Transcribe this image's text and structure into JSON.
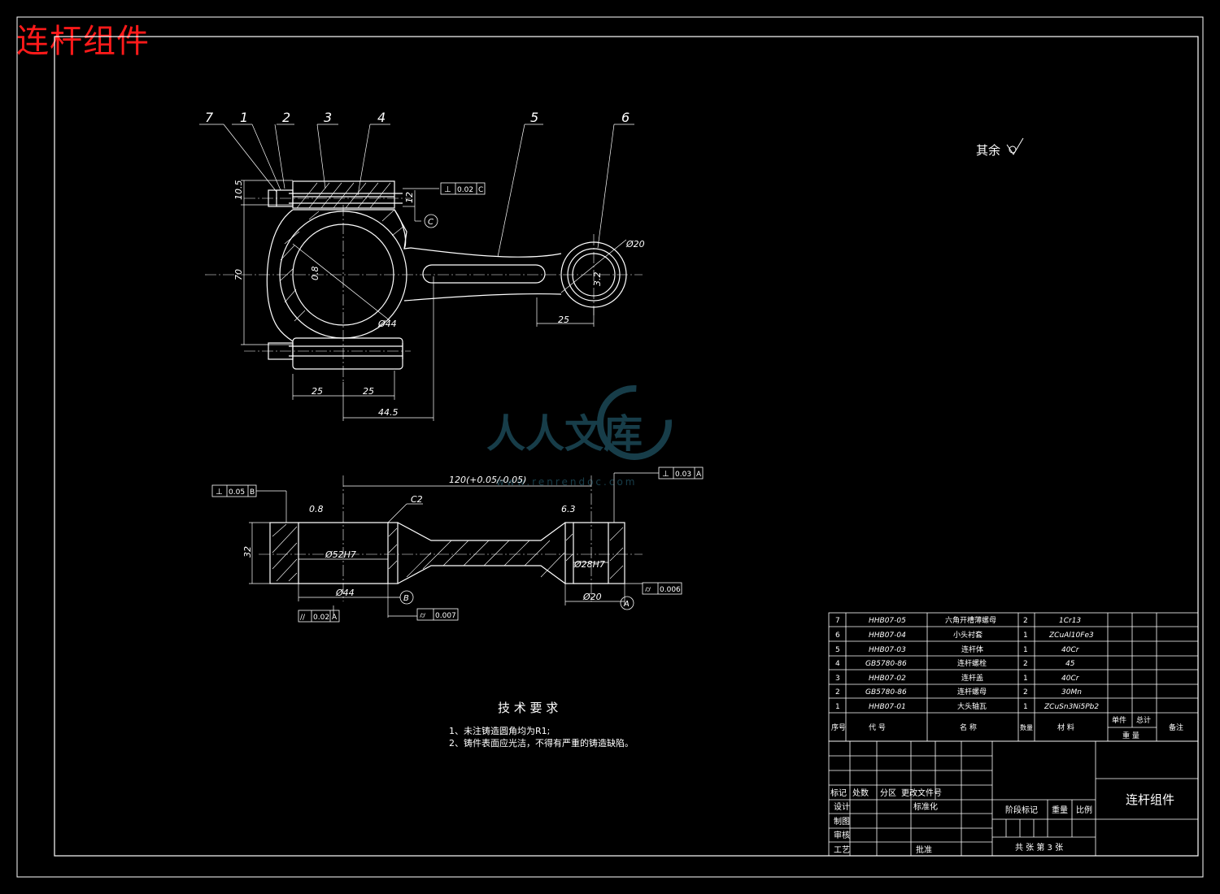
{
  "title": "连杆组件",
  "surface_note": "其余",
  "balloons": [
    "7",
    "1",
    "2",
    "3",
    "4",
    "5",
    "6"
  ],
  "top_view_dims": {
    "d_10_5": "10.5",
    "d_12": "12",
    "d_70": "70",
    "d_0_8": "0.8",
    "d_44": "Ø44",
    "d_20": "Ø20",
    "d_3_2": "3.2",
    "d_25_right": "25",
    "d_25_a": "25",
    "d_25_b": "25",
    "d_44_5": "44.5"
  },
  "section_dims": {
    "d_120": "120(+0.05/-0.05)",
    "d_c2": "C2",
    "d_0_8": "0.8",
    "d_6_3": "6.3",
    "d_32": "32",
    "d_52": "Ø52H7",
    "d_28": "Ø28H7",
    "d_44": "Ø44",
    "d_20": "Ø20"
  },
  "tolerances": {
    "perp_c": {
      "sym": "⊥",
      "val": "0.02",
      "ref": "C"
    },
    "perp_b": {
      "sym": "⊥",
      "val": "0.05",
      "ref": "B"
    },
    "perp_a": {
      "sym": "⊥",
      "val": "0.03",
      "ref": "A"
    },
    "par_a": {
      "sym": "//",
      "val": "0.02",
      "ref": "A"
    },
    "cyl_1": {
      "sym": "⌭",
      "val": "0.007"
    },
    "cyl_2": {
      "sym": "⌭",
      "val": "0.006"
    }
  },
  "datums": [
    "C",
    "B",
    "A"
  ],
  "tech_req": {
    "heading": "技 术 要 求",
    "lines": [
      "1、未注铸造圆角均为R1;",
      "2、铸件表面应光洁，不得有严重的铸造缺陷。"
    ]
  },
  "watermark": {
    "text": "人人文库",
    "url": "www.renrendoc.com"
  },
  "parts_header": {
    "seq": "序号",
    "code": "代 号",
    "name": "名 称",
    "qty": "数量",
    "mat": "材 料",
    "unit": "单件",
    "total": "总计",
    "weight": "重 量",
    "remark": "备注"
  },
  "parts": [
    {
      "seq": "7",
      "code": "HHB07-05",
      "name": "六角开槽薄螺母",
      "qty": "2",
      "mat": "1Cr13"
    },
    {
      "seq": "6",
      "code": "HHB07-04",
      "name": "小头衬套",
      "qty": "1",
      "mat": "ZCuAl10Fe3"
    },
    {
      "seq": "5",
      "code": "HHB07-03",
      "name": "连杆体",
      "qty": "1",
      "mat": "40Cr"
    },
    {
      "seq": "4",
      "code": "GB5780-86",
      "name": "连杆螺栓",
      "qty": "2",
      "mat": "45"
    },
    {
      "seq": "3",
      "code": "HHB07-02",
      "name": "连杆盖",
      "qty": "1",
      "mat": "40Cr"
    },
    {
      "seq": "2",
      "code": "GB5780-86",
      "name": "连杆螺母",
      "qty": "2",
      "mat": "30Mn"
    },
    {
      "seq": "1",
      "code": "HHB07-01",
      "name": "大头轴瓦",
      "qty": "1",
      "mat": "ZCuSn3Ni5Pb2"
    }
  ],
  "title_block": {
    "name": "连杆组件",
    "row_labels": [
      "标记",
      "处数",
      "分区",
      "更改文件号"
    ],
    "design": "设计",
    "standard": "标准化",
    "draw": "制图",
    "review": "审核",
    "process": "工艺",
    "approve": "批准",
    "stage": "阶段标记",
    "weight": "重量",
    "ratio": "比例",
    "sheets": "共  张  第 3 张"
  }
}
